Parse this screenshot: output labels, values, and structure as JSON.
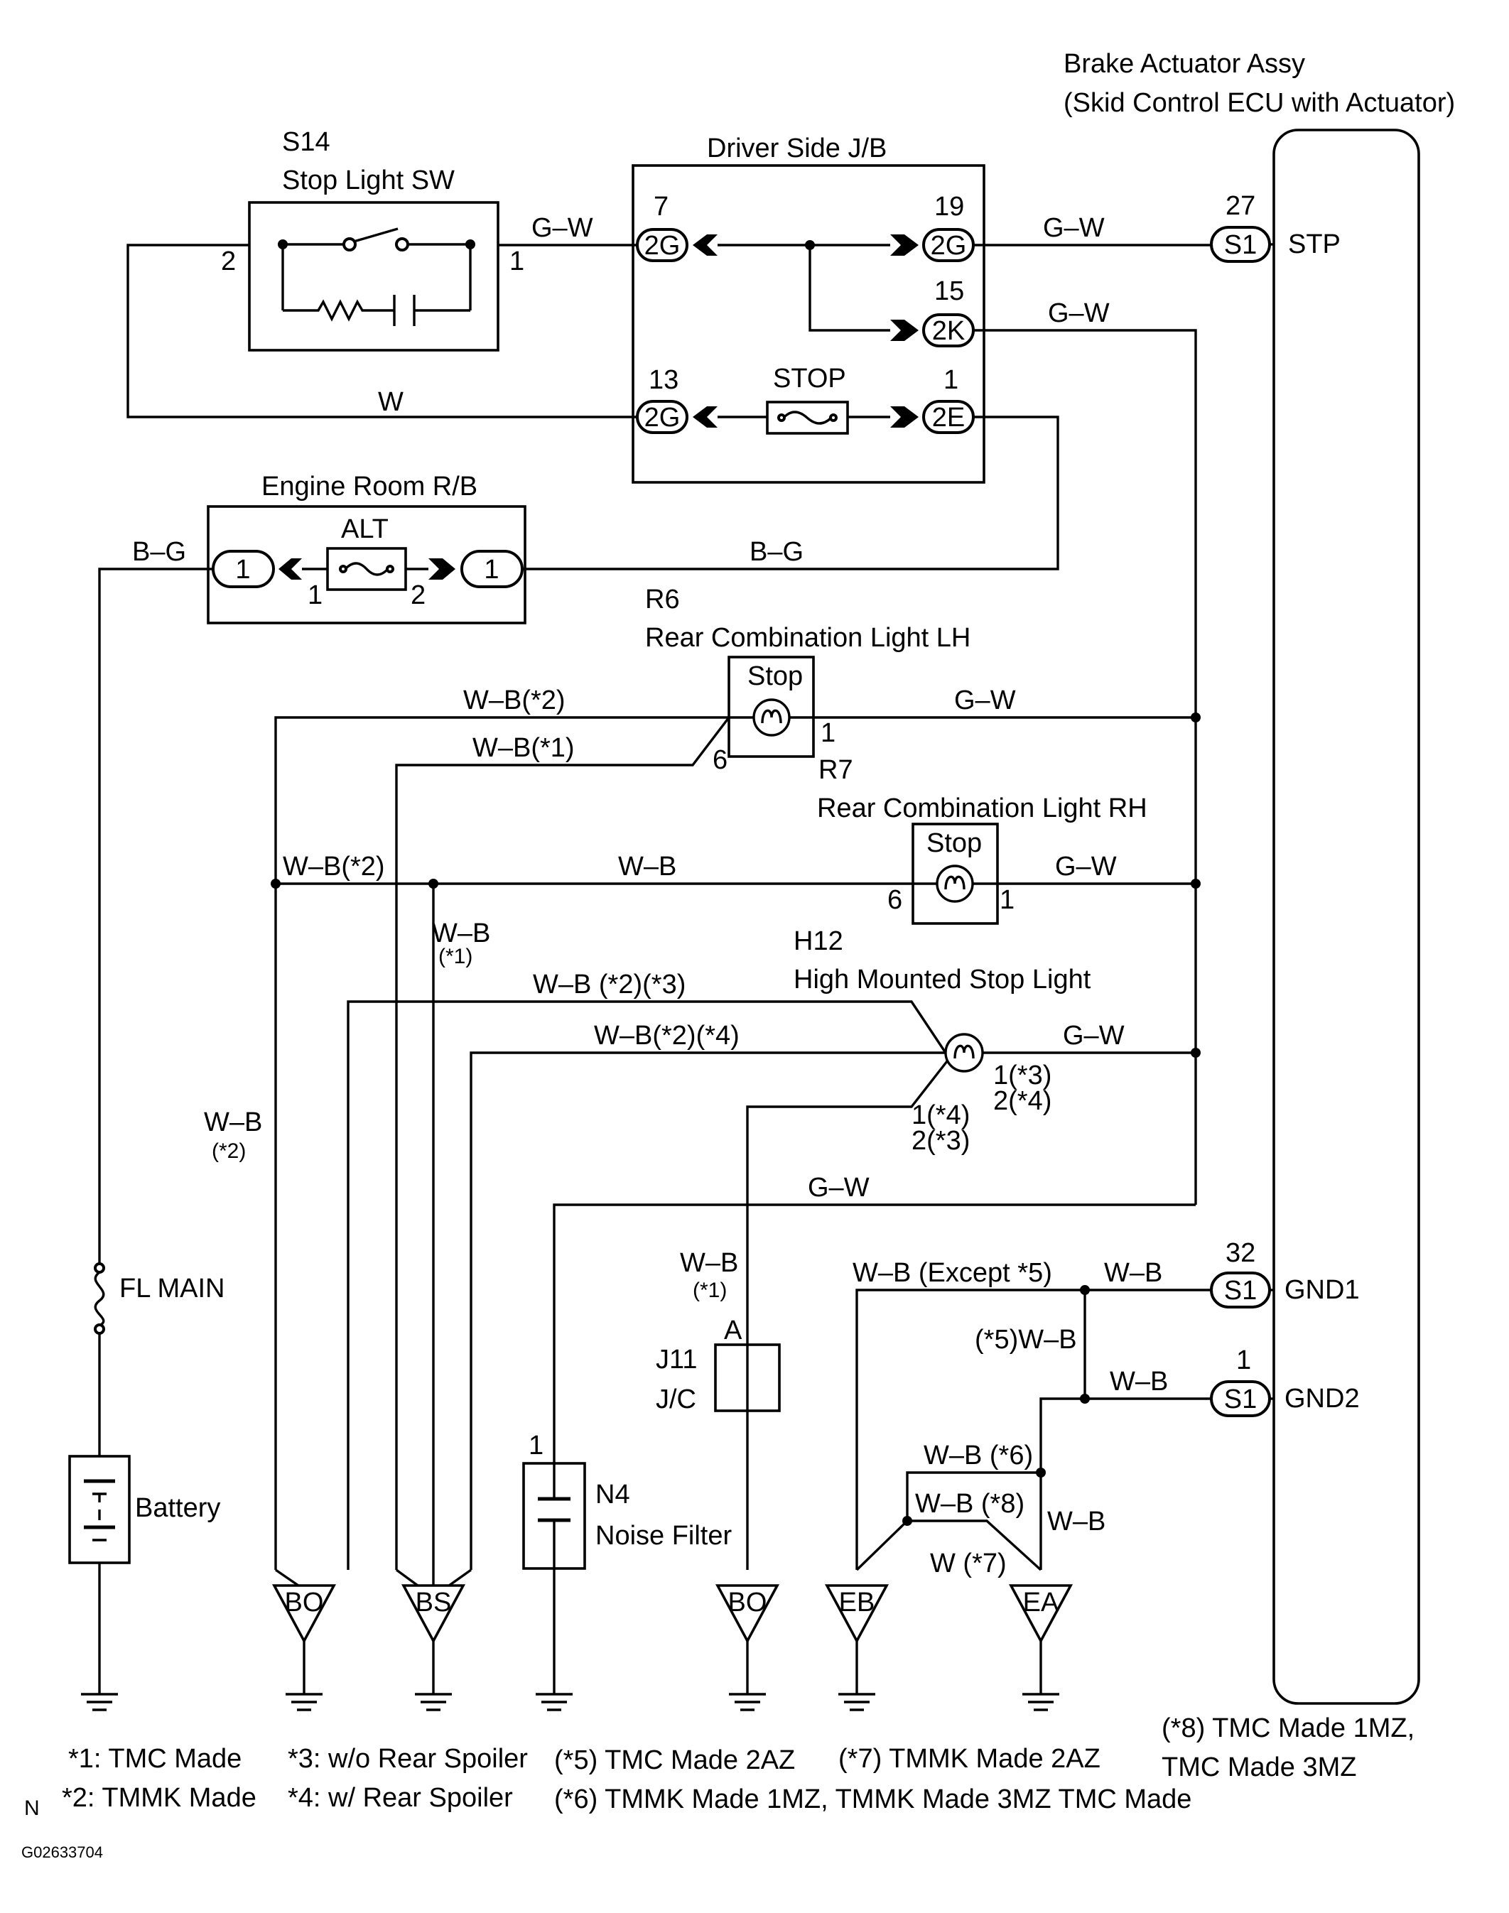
{
  "components": {
    "brake_actuator": {
      "title": "Brake Actuator Assy",
      "subtitle": "(Skid Control ECU with Actuator)"
    },
    "stop_light_sw": {
      "code": "S14",
      "name": "Stop Light SW",
      "pin_left": "2",
      "pin_right": "1"
    },
    "driver_jb": {
      "name": "Driver Side J/B",
      "fuse": "STOP"
    },
    "engine_rb": {
      "name": "Engine Room R/B",
      "fuse": "ALT",
      "pin1": "1",
      "pin2": "2"
    },
    "rcl_lh": {
      "code": "R6",
      "name": "Rear Combination Light LH",
      "lamp": "Stop",
      "pin_a": "6",
      "pin_b": "1"
    },
    "rcl_rh": {
      "code": "R7",
      "name": "Rear Combination Light RH",
      "lamp": "Stop",
      "pin_a": "6",
      "pin_b": "1"
    },
    "hmsl": {
      "code": "H12",
      "name": "High Mounted Stop Light"
    },
    "jc": {
      "code": "J11",
      "name": "J/C",
      "pin": "A"
    },
    "noise_filter": {
      "code": "N4",
      "name": "Noise Filter",
      "pin": "1"
    },
    "fl_main": "FL MAIN",
    "battery": "Battery"
  },
  "connectors": {
    "jb_in": {
      "num": "7",
      "code": "2G"
    },
    "jb_out1": {
      "num": "19",
      "code": "2G"
    },
    "jb_out2": {
      "num": "15",
      "code": "2K"
    },
    "jb_w": {
      "num": "13",
      "code": "2G"
    },
    "jb_e": {
      "num": "1",
      "code": "2E"
    },
    "rb_left": "1",
    "rb_right": "1",
    "ecu_stp": {
      "num": "27",
      "code": "S1",
      "name": "STP"
    },
    "ecu_gnd1": {
      "num": "32",
      "code": "S1",
      "name": "GND1"
    },
    "ecu_gnd2": {
      "num": "1",
      "code": "S1",
      "name": "GND2"
    }
  },
  "wires": {
    "gw": "G–W",
    "w": "W",
    "bg": "B–G",
    "wb": "W–B",
    "wb_2": "W–B(*2)",
    "wb_1": "W–B(*1)",
    "wb_2_3": "W–B (*2)(*3)",
    "wb_2_4": "W–B(*2)(*4)",
    "wb_s": "W–B",
    "n_1": "(*1)",
    "n_2": "(*2)",
    "wb_except5": "W–B (Except *5)",
    "wb_5": "(*5)W–B",
    "wb_6": "W–B  (*6)",
    "wb_8": "W–B (*8)",
    "w_7": "W  (*7)"
  },
  "hmsl_pins": {
    "a1": "1(*3)",
    "a2": "2(*4)",
    "b1": "1(*4)",
    "b2": "2(*3)"
  },
  "grounds": [
    "BO",
    "BS",
    "BO",
    "EB",
    "EA"
  ],
  "footnotes": {
    "n1": "*1: TMC Made",
    "n2": "*2: TMMK Made",
    "n3": "*3: w/o Rear Spoiler",
    "n4": "*4: w/ Rear Spoiler",
    "n5": "(*5) TMC Made 2AZ",
    "n6": "(*6) TMMK Made 1MZ, TMMK Made 3MZ TMC Made",
    "n7": "(*7) TMMK Made 2AZ",
    "n8a": "(*8) TMC Made 1MZ,",
    "n8b": "TMC Made 3MZ"
  },
  "corner": {
    "n": "N",
    "code": "G02633704"
  }
}
